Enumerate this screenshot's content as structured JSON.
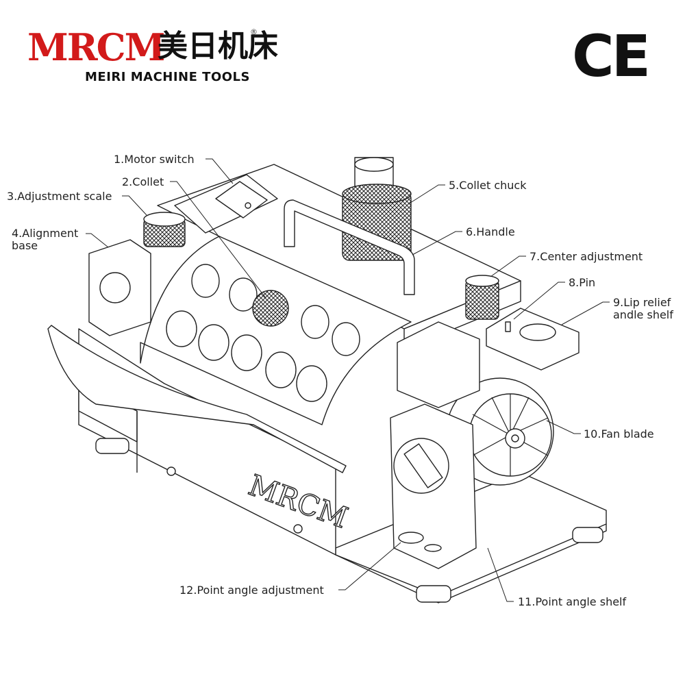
{
  "brand": {
    "logo_text": "MRCM",
    "chinese_name": "美日机床",
    "registered_mark": "®",
    "english_name": "MEIRI MACHINE TOOLS",
    "logo_color": "#d21a1a"
  },
  "certification": "CE",
  "machine_nameplate": "MRCM",
  "labels": {
    "motor_switch": "1.Motor switch",
    "collet": "2.Collet",
    "adjustment_scale": "3.Adjustment scale",
    "alignment_base_1": "4.Alignment",
    "alignment_base_2": "base",
    "collet_chuck": "5.Collet chuck",
    "handle": "6.Handle",
    "center_adjustment": "7.Center adjustment",
    "pin": "8.Pin",
    "lip_relief_1": "9.Lip relief",
    "lip_relief_2": "andle shelf",
    "fan_blade": "10.Fan blade",
    "point_angle_shelf": "11.Point angle shelf",
    "point_angle_adjustment": "12.Point angle adjustment"
  }
}
